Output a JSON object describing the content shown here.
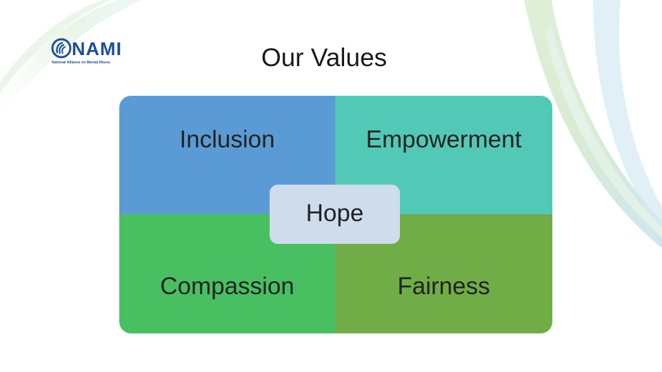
{
  "slide": {
    "title": "Our Values"
  },
  "logo": {
    "wordmark": "NAMI",
    "tagline": "National Alliance on Mental Illness",
    "color": "#1d4e9a"
  },
  "matrix": {
    "quadrants": [
      {
        "label": "Inclusion",
        "color": "#5b9bd5"
      },
      {
        "label": "Empowerment",
        "color": "#52c9b7"
      },
      {
        "label": "Compassion",
        "color": "#48c062"
      },
      {
        "label": "Fairness",
        "color": "#70ad47"
      }
    ],
    "center": {
      "label": "Hope",
      "color": "#cfdcec"
    }
  },
  "colors": {
    "background": "#ffffff",
    "text": "#1a1a1a",
    "decor_green": "#b9dfa8",
    "decor_blue": "#a9cde6"
  }
}
